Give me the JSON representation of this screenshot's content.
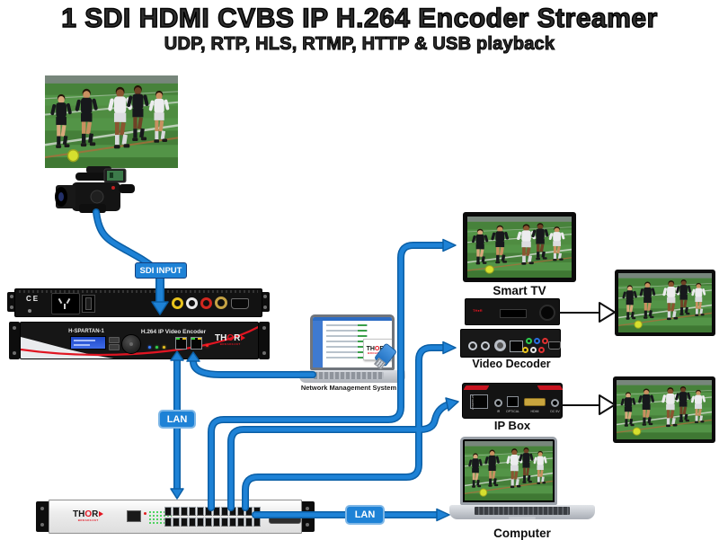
{
  "title": "1 SDI HDMI CVBS IP H.264 Encoder Streamer",
  "subtitle": "UDP, RTP, HLS, RTMP, HTTP & USB playback",
  "brand": {
    "t1": "TH",
    "o": "O",
    "r": "R",
    "sub": "BROADCAST"
  },
  "labels": {
    "sdi_input": "SDI INPUT",
    "lan_encoder_switch": "LAN",
    "lan_switch_computer": "LAN"
  },
  "encoder": {
    "model": "H-SPARTAN-1",
    "product": "H.264 IP Video Encoder",
    "ce_mark": "CE"
  },
  "nms": {
    "caption": "Network Management System"
  },
  "endpoints": {
    "smart_tv": "Smart TV",
    "video_decoder": "Video Decoder",
    "ip_box": "IP Box",
    "computer": "Computer"
  },
  "ip_box_ports": [
    "ETHERNET",
    "IR",
    "OPTICAL",
    "HDMI",
    "DC 5V"
  ],
  "colors": {
    "cable_blue": "#1e82d6",
    "cable_blue_dark": "#0b5fa6",
    "thor_red": "#e31420",
    "lcd_blue": "#2f55d4",
    "led_green": "#35d04a",
    "field_green": "#4f9140"
  }
}
